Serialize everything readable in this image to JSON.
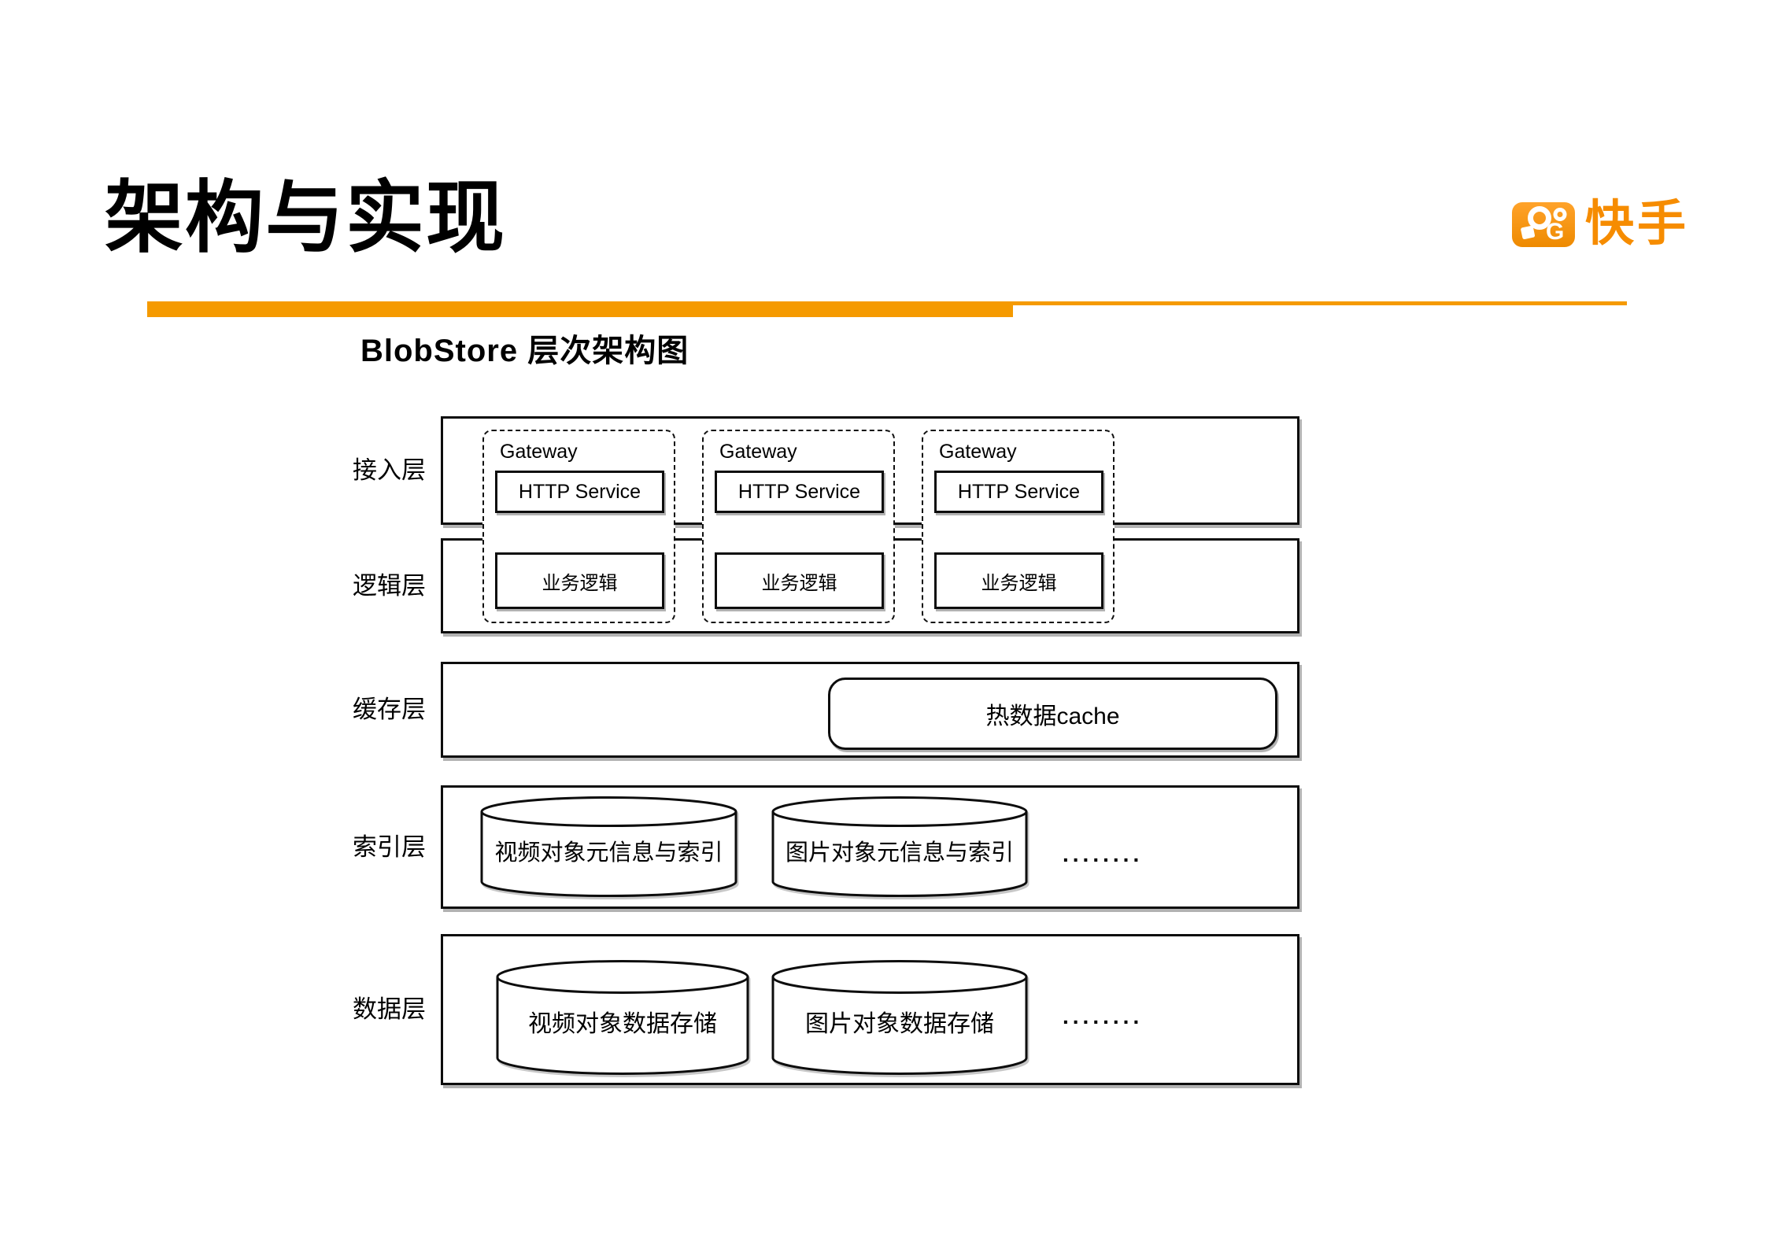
{
  "slide": {
    "title": "架构与实现",
    "subtitle": "BlobStore 层次架构图"
  },
  "brand": {
    "wordmark": "快手",
    "icon_letter": "G",
    "accent_color": "#F59A00",
    "logo_orange_top": "#FFA32B",
    "logo_orange_bottom": "#EE8A00",
    "wordmark_color": "#F68C00"
  },
  "diagram": {
    "layers": [
      {
        "label": "接入层"
      },
      {
        "label": "逻辑层"
      },
      {
        "label": "缓存层"
      },
      {
        "label": "索引层"
      },
      {
        "label": "数据层"
      }
    ],
    "gateways": [
      {
        "title": "Gateway",
        "http_service": "HTTP Service",
        "business_logic": "业务逻辑"
      },
      {
        "title": "Gateway",
        "http_service": "HTTP Service",
        "business_logic": "业务逻辑"
      },
      {
        "title": "Gateway",
        "http_service": "HTTP Service",
        "business_logic": "业务逻辑"
      }
    ],
    "cache_layer": {
      "box_label": "热数据cache"
    },
    "index_layer": {
      "cylinders": [
        "视频对象元信息与索引",
        "图片对象元信息与索引"
      ],
      "more": "........"
    },
    "data_layer": {
      "cylinders": [
        "视频对象数据存储",
        "图片对象数据存储"
      ],
      "more": "........"
    }
  }
}
